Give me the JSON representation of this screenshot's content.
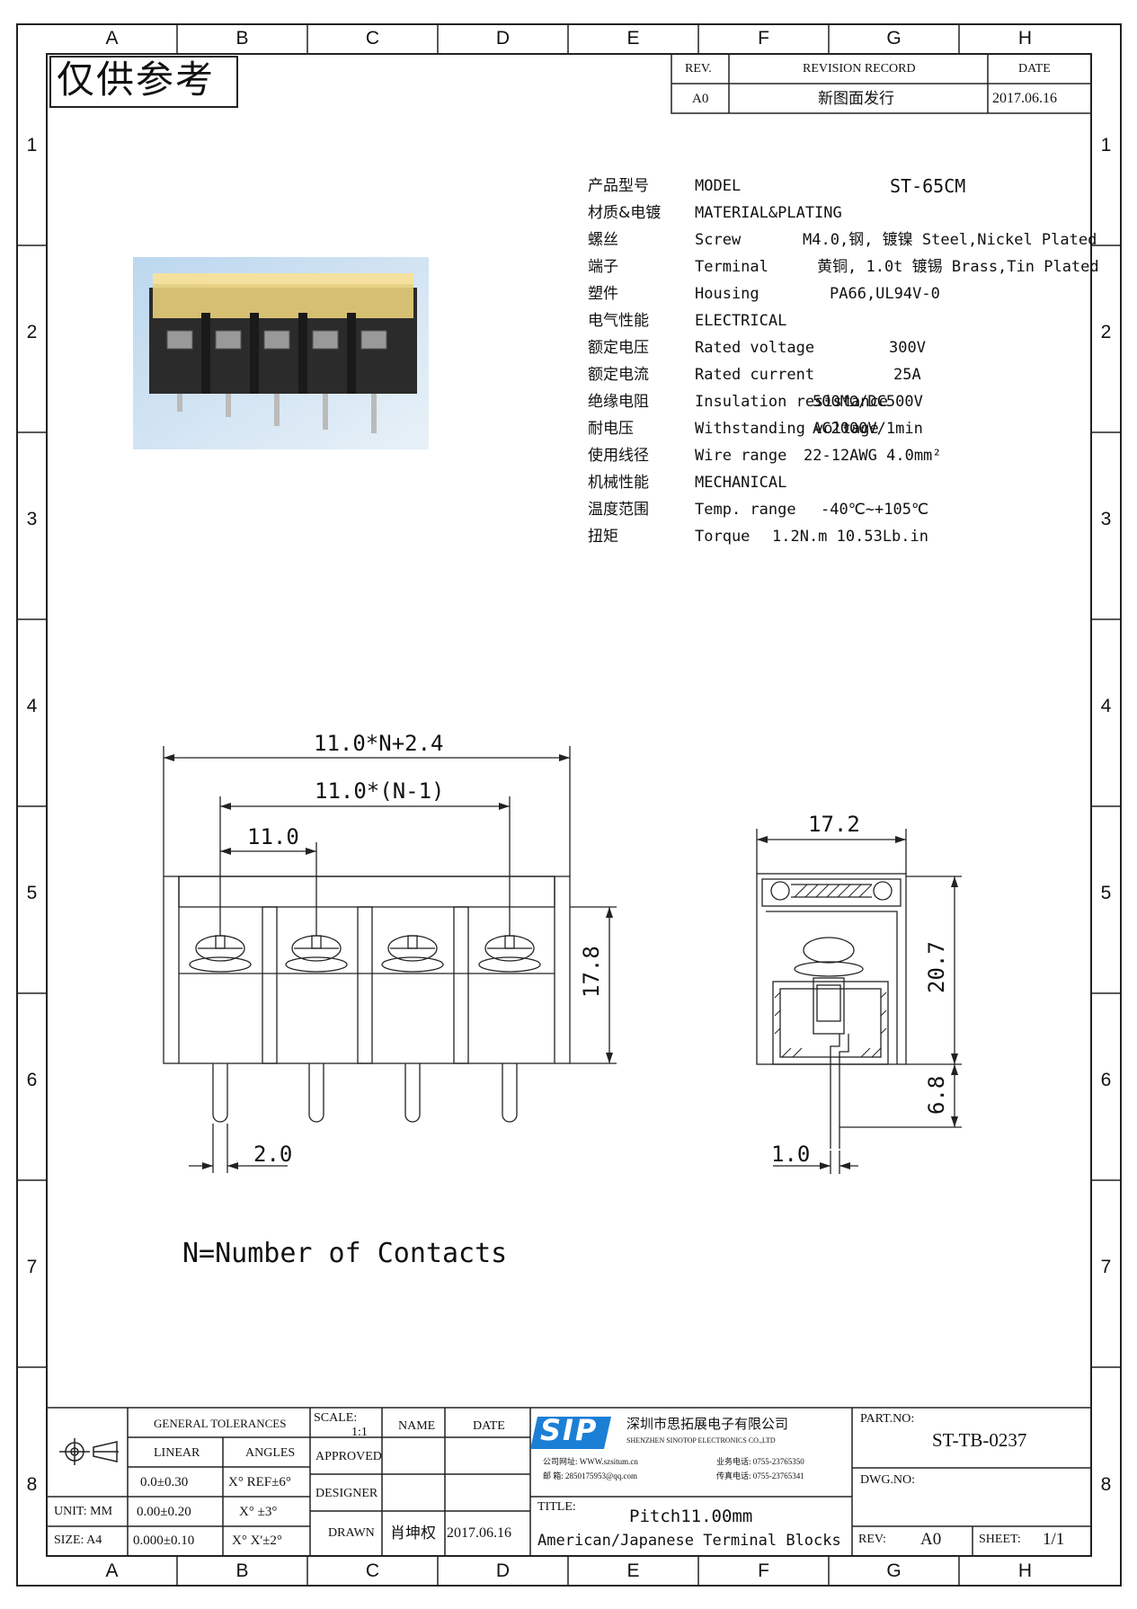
{
  "watermark": "仅供参考",
  "zones": {
    "columns": [
      "A",
      "B",
      "C",
      "D",
      "E",
      "F",
      "G",
      "H"
    ],
    "rows": [
      "1",
      "2",
      "3",
      "4",
      "5",
      "6",
      "7",
      "8"
    ]
  },
  "revision": {
    "headers": {
      "rev": "REV.",
      "record": "REVISION RECORD",
      "date": "DATE"
    },
    "rows": [
      {
        "rev": "A0",
        "record": "新图面发行",
        "date": "2017.06.16"
      }
    ]
  },
  "specs": [
    {
      "cn": "产品型号",
      "en": "MODEL",
      "value": "ST-65CM"
    },
    {
      "cn": "材质&电镀",
      "en": "MATERIAL&PLATING",
      "value": ""
    },
    {
      "cn": "螺丝",
      "en": "Screw",
      "value": "M4.0,钢, 镀镍 Steel,Nickel Plated"
    },
    {
      "cn": "端子",
      "en": "Terminal",
      "value": "黄铜, 1.0t 镀锡 Brass,Tin Plated"
    },
    {
      "cn": "塑件",
      "en": "Housing",
      "value": "PA66,UL94V-0"
    },
    {
      "cn": "电气性能",
      "en": "ELECTRICAL",
      "value": ""
    },
    {
      "cn": "额定电压",
      "en": "Rated voltage",
      "value": "300V"
    },
    {
      "cn": "额定电流",
      "en": "Rated current",
      "value": "25A"
    },
    {
      "cn": "绝缘电阻",
      "en": "Insulation resistance",
      "value": "500MΩ/DC500V"
    },
    {
      "cn": "耐电压",
      "en": "Withstanding voltage",
      "value": "AC2000V/1min"
    },
    {
      "cn": "使用线径",
      "en": "Wire range",
      "value": "22-12AWG 4.0mm²"
    },
    {
      "cn": "机械性能",
      "en": "MECHANICAL",
      "value": ""
    },
    {
      "cn": "温度范围",
      "en": "Temp. range",
      "value": "-40℃~+105℃"
    },
    {
      "cn": "扭矩",
      "en": "Torque",
      "value": "1.2N.m  10.53Lb.in"
    }
  ],
  "dimensions": {
    "overall": "11.0*N+2.4",
    "span": "11.0*(N-1)",
    "pitch": "11.0",
    "height": "17.8",
    "pin": "2.0",
    "side_width": "17.2",
    "side_height": "20.7",
    "pin_length": "6.8",
    "pin_thick": "1.0"
  },
  "note": "N=Number of Contacts",
  "title_block": {
    "general_tolerances": "GENERAL TOLERANCES",
    "linear": "LINEAR",
    "angles": "ANGLES",
    "lin1": "0.0±0.30",
    "ang1": "X° REF±6°",
    "unit_label": "UNIT: MM",
    "lin2": "0.00±0.20",
    "ang2": "X° ±3°",
    "size_label": "SIZE: A4",
    "lin3": "0.000±0.10",
    "ang3": "X° X'±2°",
    "scale_label": "SCALE:",
    "scale_value": "1:1",
    "name_label": "NAME",
    "date_label": "DATE",
    "approved": "APPROVED",
    "designer": "DESIGNER",
    "drawn": "DRAWN",
    "drawn_name": "肖坤权",
    "drawn_date": "2017.06.16",
    "company_logo": "SIP",
    "company_cn": "深圳市思拓展电子有限公司",
    "company_en": "SHENZHEN SINOTOP ELECTRONICS CO.,LTD",
    "contact_left_1": "公司网址: WWW.szsitum.cn",
    "contact_left_2": "邮    箱: 2850175953@qq.com",
    "contact_right_1": "业务电话: 0755-23765350",
    "contact_right_2": "传真电话: 0755-23765341",
    "title_label": "TITLE:",
    "title_line1": "Pitch11.00mm",
    "title_line2": "American/Japanese Terminal Blocks",
    "part_label": "PART.NO:",
    "part_no": "ST-TB-0237",
    "dwg_label": "DWG.NO:",
    "rev_label": "REV:",
    "rev_value": "A0",
    "sheet_label": "SHEET:",
    "sheet_value": "1/1"
  }
}
